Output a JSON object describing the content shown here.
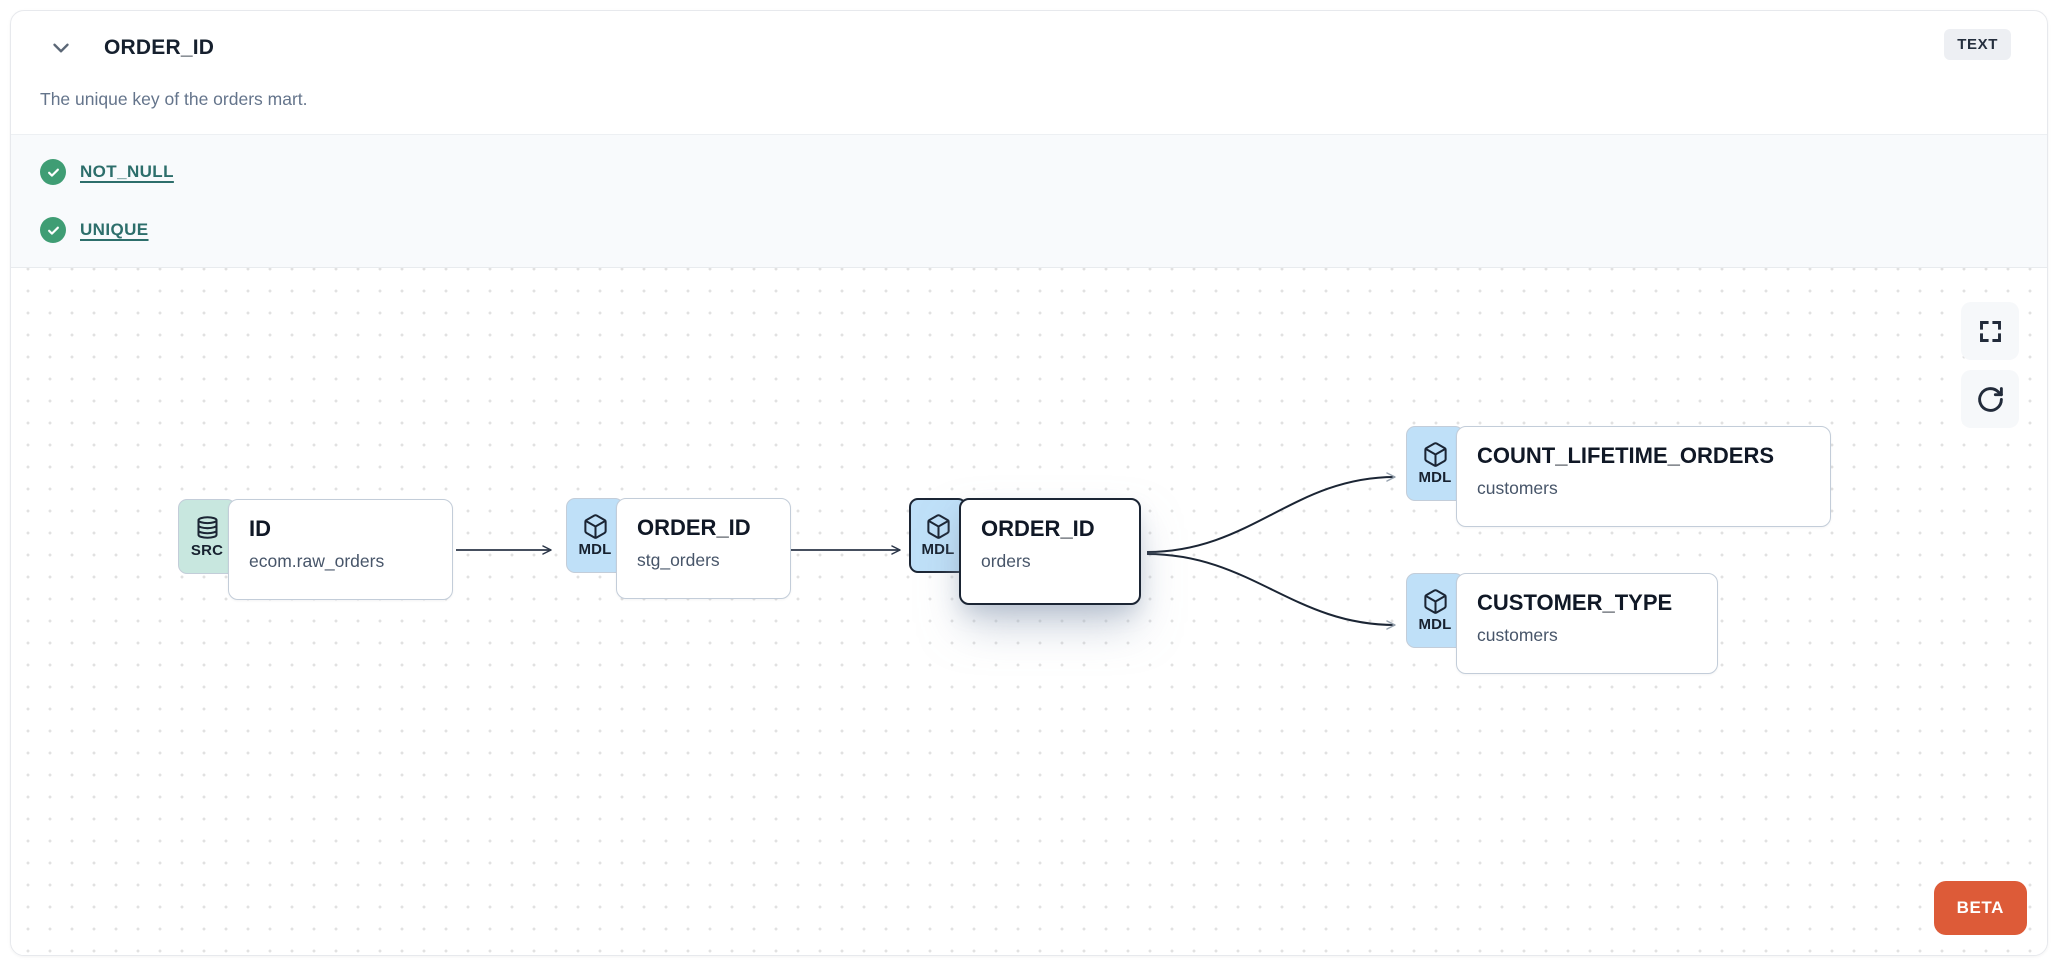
{
  "header": {
    "title": "ORDER_ID",
    "type_badge": "TEXT",
    "description": "The unique key of the orders mart."
  },
  "tests": {
    "items": [
      {
        "label": "NOT_NULL",
        "status": "pass"
      },
      {
        "label": "UNIQUE",
        "status": "pass"
      }
    ]
  },
  "lineage": {
    "nodes": [
      {
        "badge": "SRC",
        "icon": "database-icon",
        "title": "ID",
        "subtitle": "ecom.raw_orders",
        "selected": false
      },
      {
        "badge": "MDL",
        "icon": "cube-icon",
        "title": "ORDER_ID",
        "subtitle": "stg_orders",
        "selected": false
      },
      {
        "badge": "MDL",
        "icon": "cube-icon",
        "title": "ORDER_ID",
        "subtitle": "orders",
        "selected": true
      },
      {
        "badge": "MDL",
        "icon": "cube-icon",
        "title": "COUNT_LIFETIME_ORDERS",
        "subtitle": "customers",
        "selected": false
      },
      {
        "badge": "MDL",
        "icon": "cube-icon",
        "title": "CUSTOMER_TYPE",
        "subtitle": "customers",
        "selected": false
      }
    ],
    "edges": [
      {
        "from": "ID (ecom.raw_orders)",
        "to": "ORDER_ID (stg_orders)"
      },
      {
        "from": "ORDER_ID (stg_orders)",
        "to": "ORDER_ID (orders)"
      },
      {
        "from": "ORDER_ID (orders)",
        "to": "COUNT_LIFETIME_ORDERS (customers)"
      },
      {
        "from": "ORDER_ID (orders)",
        "to": "CUSTOMER_TYPE (customers)"
      }
    ]
  },
  "canvas": {
    "beta_label": "BETA"
  },
  "colors": {
    "beta_orange": "#dd5b38",
    "check_green": "#3f9d74",
    "link_teal": "#2d6e6b",
    "mdl_badge_blue": "#bfe0f8",
    "src_badge_teal": "#c8e7df",
    "selected_border": "#1b2534",
    "node_border": "#c3cdd9",
    "type_badge_bg": "#edeff3"
  }
}
